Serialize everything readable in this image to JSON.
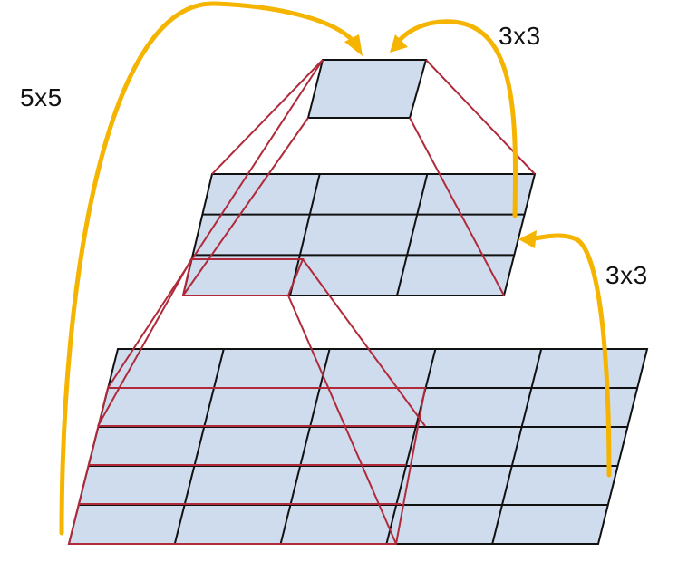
{
  "labels": {
    "conv_5x5": "5x5",
    "conv_3x3_upper": "3x3",
    "conv_3x3_lower": "3x3"
  },
  "colors": {
    "cell_fill": "#cfdcee",
    "grid_line": "#111111",
    "receptive_field": "#b02a3a",
    "arrow": "#f4b400"
  }
}
